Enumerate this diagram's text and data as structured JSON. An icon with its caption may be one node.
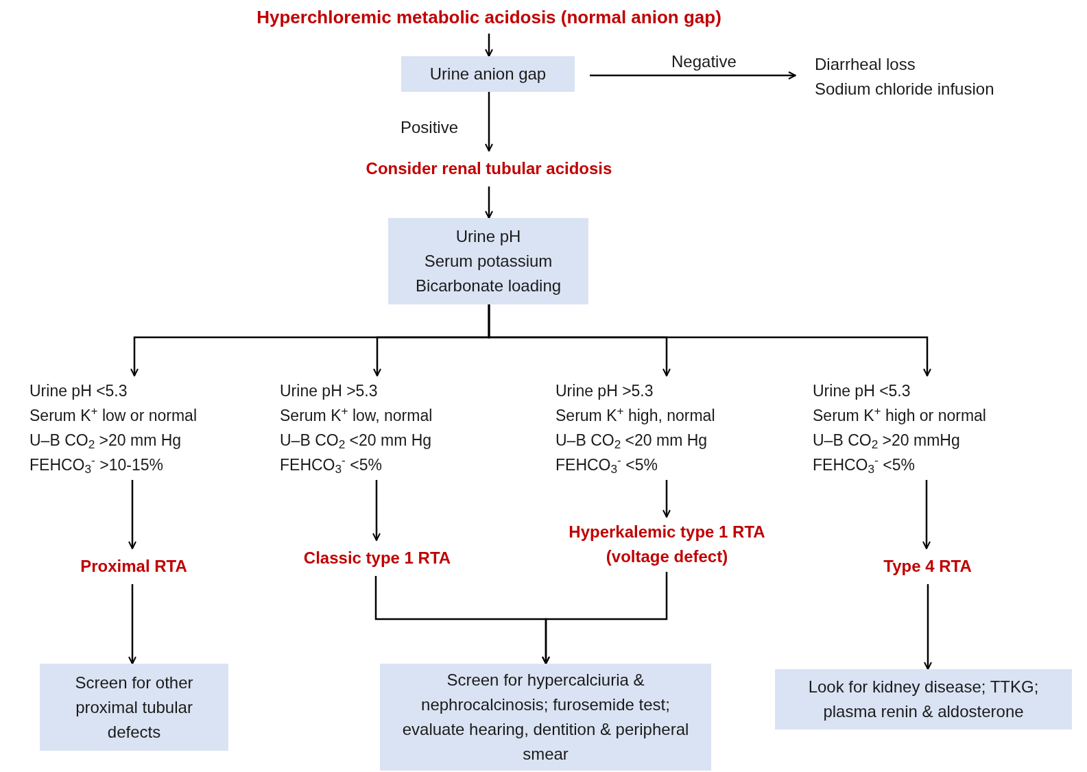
{
  "diagram": {
    "nodes": [
      {
        "text": [
          "Hyperchloremic metabolic acidosis (normal anion gap)"
        ]
      },
      {
        "text": [
          "Urine anion gap"
        ]
      },
      {
        "text": [
          "Diarrheal loss",
          "Sodium chloride infusion"
        ]
      },
      {
        "text": [
          "Consider renal tubular acidosis"
        ]
      },
      {
        "text": [
          "Urine pH",
          "Serum potassium",
          "Bicarbonate loading"
        ]
      },
      {
        "text": [
          "Urine pH <5.3",
          "Serum K$^{+}$ low or normal",
          "U–B CO$_{2}$ >20 mm Hg",
          "FEHCO$_{3}$$^{-}$ >10-15%"
        ]
      },
      {
        "text": [
          "Urine pH >5.3",
          "Serum K$^{+}$ low, normal",
          "U–B CO$_{2}$ <20 mm Hg",
          "FEHCO$_{3}$$^{-}$ <5%"
        ]
      },
      {
        "text": [
          "Urine pH >5.3",
          "Serum K$^{+}$ high, normal",
          "U–B CO$_{2}$ <20 mm Hg",
          "FEHCO$_{3}$$^{-}$ <5%"
        ]
      },
      {
        "text": [
          "Urine pH <5.3",
          "Serum K$^{+}$ high or normal",
          "U–B CO$_{2}$ >20 mmHg",
          "FEHCO$_{3}$$^{-}$ <5%"
        ]
      },
      {
        "text": [
          "Proximal RTA"
        ]
      },
      {
        "text": [
          "Classic type 1 RTA"
        ]
      },
      {
        "text": [
          "Hyperkalemic type 1 RTA",
          "(voltage defect)"
        ]
      },
      {
        "text": [
          "Type 4 RTA"
        ]
      },
      {
        "text": [
          "Screen for other proximal tubular defects"
        ]
      },
      {
        "text": [
          "Screen for hypercalciuria & nephrocalcinosis; furosemide test; evaluate hearing, dentition & peripheral smear"
        ]
      },
      {
        "text": [
          "Look for kidney disease; TTKG; plasma renin &  aldosterone"
        ]
      }
    ],
    "edges": [
      {
        "from": 0,
        "to": 1,
        "arrow": "to"
      },
      {
        "from": 1,
        "to": 2,
        "arrow": "to",
        "label": "Negative"
      },
      {
        "from": 1,
        "to": 3,
        "arrow": "to",
        "label": "Positive"
      },
      {
        "from": 3,
        "to": 4,
        "arrow": "to"
      },
      {
        "from": 4,
        "to": 5,
        "arrow": "to"
      },
      {
        "from": 4,
        "to": 6,
        "arrow": "to"
      },
      {
        "from": 4,
        "to": 7,
        "arrow": "to"
      },
      {
        "from": 4,
        "to": 8,
        "arrow": "to"
      },
      {
        "from": 5,
        "to": 9,
        "arrow": "to"
      },
      {
        "from": 6,
        "to": 10,
        "arrow": "to"
      },
      {
        "from": 7,
        "to": 11,
        "arrow": "to"
      },
      {
        "from": 8,
        "to": 12,
        "arrow": "to"
      },
      {
        "from": 9,
        "to": 13,
        "arrow": "to"
      },
      {
        "from": 10,
        "to": 14,
        "arrow": "to"
      },
      {
        "from": 11,
        "to": 14,
        "arrow": "to"
      },
      {
        "from": 12,
        "to": 15,
        "arrow": "to"
      }
    ]
  }
}
